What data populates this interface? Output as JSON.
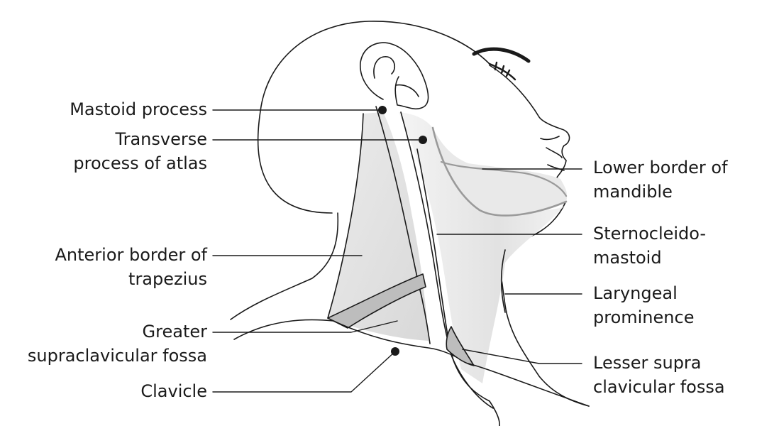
{
  "labels": {
    "mastoid": [
      "Mastoid process"
    ],
    "atlas": [
      "Transverse",
      "process of atlas"
    ],
    "trapezius": [
      "Anterior border of",
      "trapezius"
    ],
    "greater_fossa": [
      "Greater",
      "supraclavicular fossa"
    ],
    "clavicle": [
      "Clavicle"
    ],
    "mandible": [
      "Lower border of",
      "mandible"
    ],
    "scm": [
      "Sternocleido-",
      "mastoid"
    ],
    "larynx": [
      "Laryngeal",
      "prominence"
    ],
    "lesser_fossa": [
      "Lesser supra",
      "clavicular fossa"
    ]
  },
  "colors": {
    "line": "#1a1a1a",
    "shade_light": "#e6e6e6",
    "shade_dark": "#bdbdbd",
    "mandible_line": "#9a9a9a"
  }
}
